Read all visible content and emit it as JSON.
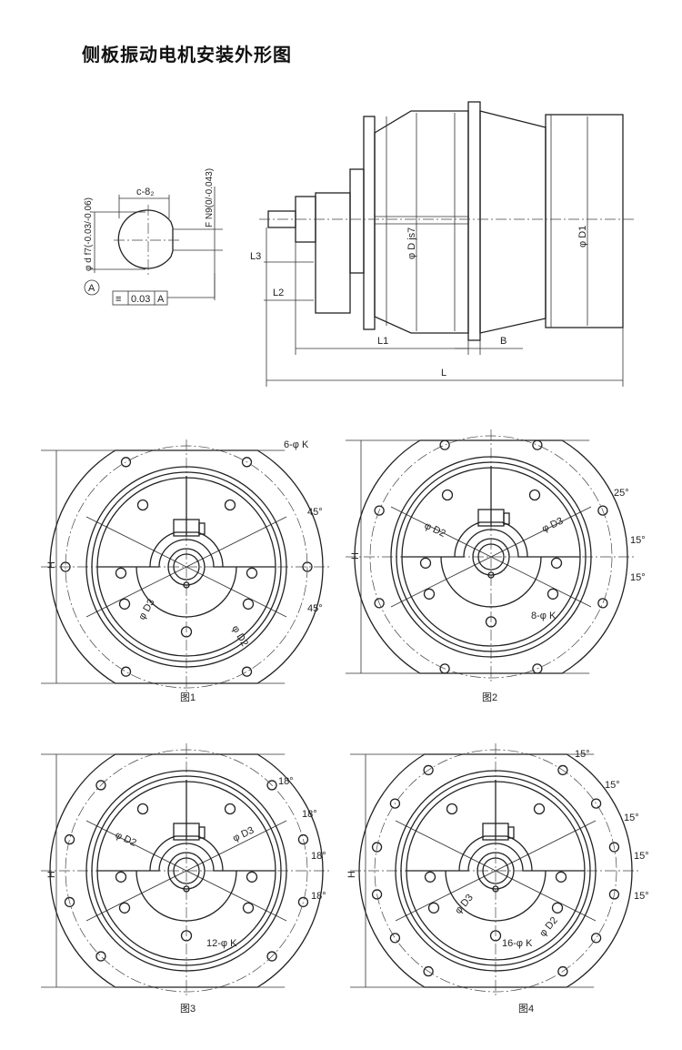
{
  "title": "侧板振动电机安装外形图",
  "shaft_detail": {
    "keyway_width": "c-8₂",
    "shaft_dia": "φ d f7(-0.03/-0.06)",
    "key_tol": "F N9(0/-0.043)",
    "datum": "A",
    "tolerance_symbol": "≡",
    "tolerance_value": "0.03",
    "tolerance_datum": "A"
  },
  "side_view": {
    "L3": "L3",
    "L2": "L2",
    "L1": "L1",
    "B": "B",
    "L": "L",
    "D": "φ D js7",
    "D1": "φ D1"
  },
  "figures": [
    {
      "caption": "图1",
      "H": "H",
      "holes": "6-φ K",
      "angles": [
        "45°",
        "45°"
      ],
      "D2": "φ D2",
      "D3": "φ D3",
      "bolt_holes": 6
    },
    {
      "caption": "图2",
      "H": "H",
      "holes": "8-φ K",
      "angles": [
        "25°",
        "15°",
        "15°"
      ],
      "D2": "φ D2",
      "D3": "φ D3",
      "bolt_holes": 8
    },
    {
      "caption": "图3",
      "H": "H",
      "holes": "12-φ K",
      "angles": [
        "18°",
        "18°",
        "18°",
        "18°"
      ],
      "D2": "φ D2",
      "D3": "φ D3",
      "bolt_holes": 12
    },
    {
      "caption": "图4",
      "H": "H",
      "holes": "16-φ K",
      "angles": [
        "15°",
        "15°",
        "15°",
        "15°",
        "15°"
      ],
      "D2": "φ D2",
      "D3": "φ D3",
      "bolt_holes": 16
    }
  ]
}
